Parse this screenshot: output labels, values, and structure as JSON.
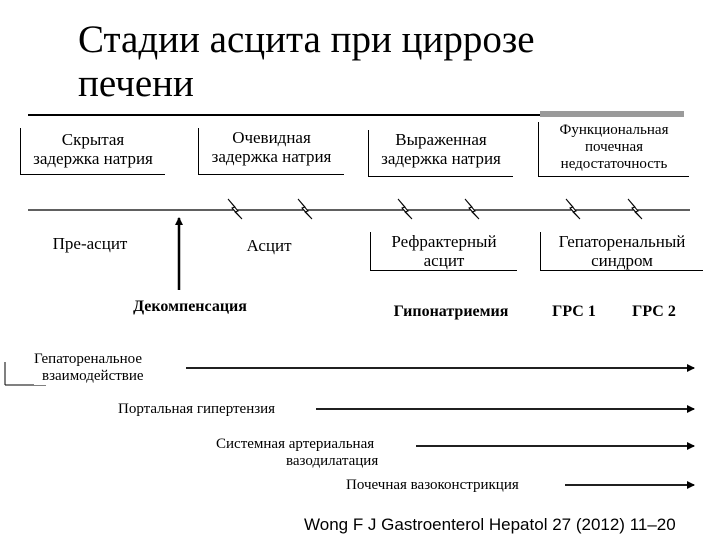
{
  "slide": {
    "title_line1": "Стадии асцита при циррозе",
    "title_line2": "печени",
    "stages": [
      {
        "line1": "Скрытая",
        "line2": "задержка натрия"
      },
      {
        "line1": "Очевидная",
        "line2": "задержка натрия"
      },
      {
        "line1": "Выраженная",
        "line2": "задержка натрия"
      },
      {
        "line1": "Функциональная",
        "line2": "почечная",
        "line3": "недостаточность"
      }
    ],
    "clinical": {
      "pre_ascites": "Пре-асцит",
      "ascites": "Асцит",
      "refractory_line1": "Рефрактерный",
      "refractory_line2": "асцит",
      "hrs_line1": "Гепаторенальный",
      "hrs_line2": "синдром"
    },
    "complications": {
      "decompensation": "Декомпенсация",
      "hyponatremia": "Гипонатриемия",
      "hrs1": "ГРС 1",
      "hrs2": "ГРС 2"
    },
    "mechanisms": {
      "hepatorenal_line1": "Гепаторенальное",
      "hepatorenal_line2": "взаимодействие",
      "portal_hypertension": "Портальная гипертензия",
      "systemic_line1": "Системная артериальная",
      "systemic_line2": "вазодилатация",
      "renal_vasoconstriction": "Почечная вазоконстрикция"
    },
    "citation": "Wong F J Gastroenterol Hepatol 27 (2012) 11–20"
  }
}
